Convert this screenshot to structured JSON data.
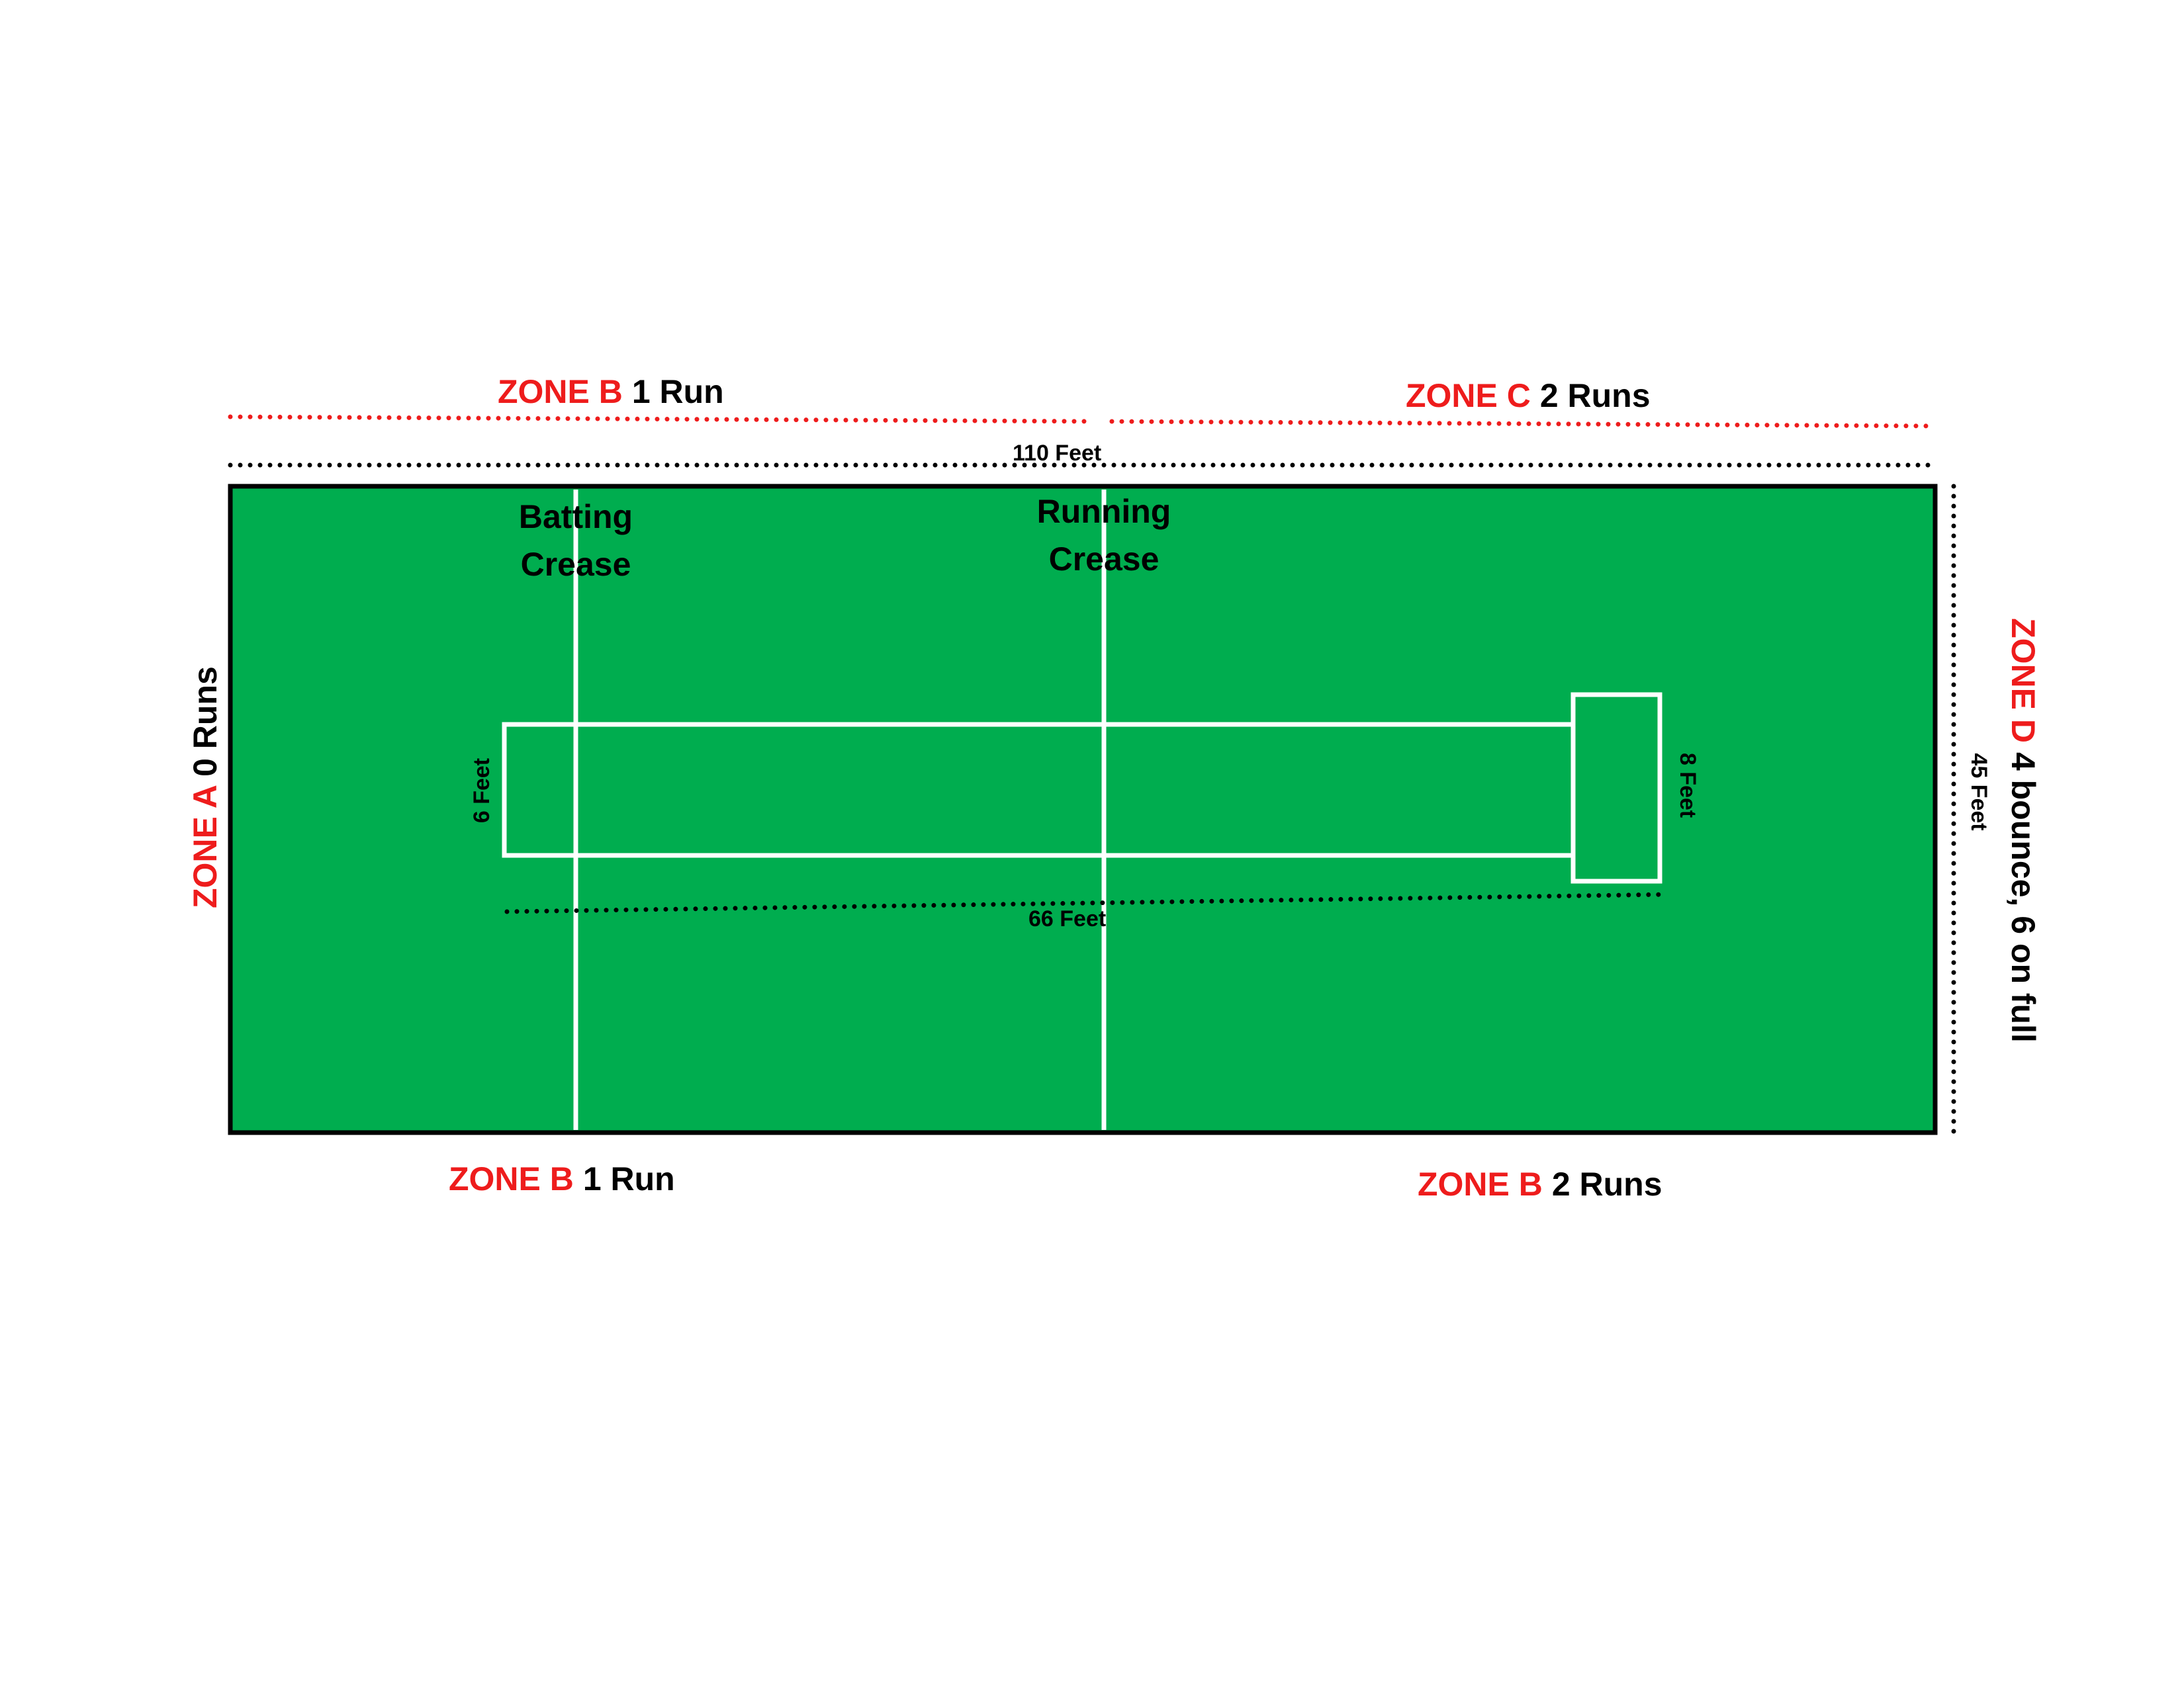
{
  "colors": {
    "field_green": "#00ad4f",
    "zone_red": "#ee1c1c",
    "line_white": "#ffffff",
    "outline_black": "#000000"
  },
  "zones": {
    "top_left": {
      "name": "ZONE B",
      "value": "1 Run"
    },
    "top_right": {
      "name": "ZONE C",
      "value": "2 Runs"
    },
    "bottom_left": {
      "name": "ZONE B",
      "value": "1 Run"
    },
    "bottom_right": {
      "name": "ZONE B",
      "value": "2 Runs"
    },
    "left": {
      "name": "ZONE A",
      "value": "0 Runs"
    },
    "right": {
      "name": "ZONE D",
      "value": "4 bounce, 6 on full"
    }
  },
  "creases": {
    "batting": [
      "Batting",
      "Crease"
    ],
    "running": [
      "Running",
      "Crease"
    ]
  },
  "dimensions": {
    "field_length": "110 Feet",
    "field_width": "45 Feet",
    "pitch_length": "66 Feet",
    "pitch_width": "6 Feet",
    "end_box_width": "8 Feet"
  }
}
